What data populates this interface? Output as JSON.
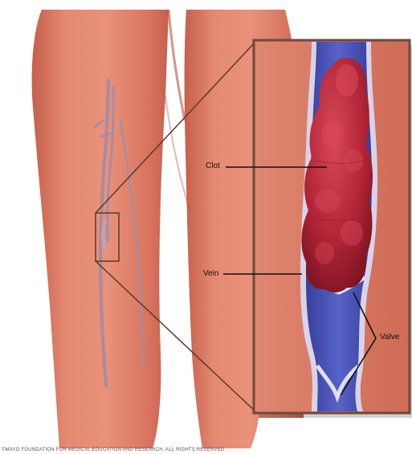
{
  "labels": {
    "clot": "Clot",
    "vein": "Vein",
    "valve": "Valve"
  },
  "copyright": "©MAYO FOUNDATION FOR MEDICAL EDUCATION AND RESEARCH. ALL RIGHTS RESERVED.",
  "colors": {
    "skin": "#e07e68",
    "skin_shadow": "#c8644f",
    "vein_blue": "#4a54b8",
    "vein_wall": "#d8d4e8",
    "clot": "#b8283a",
    "frame": "#6e4a3a",
    "inset_bg": "#d9735f"
  }
}
